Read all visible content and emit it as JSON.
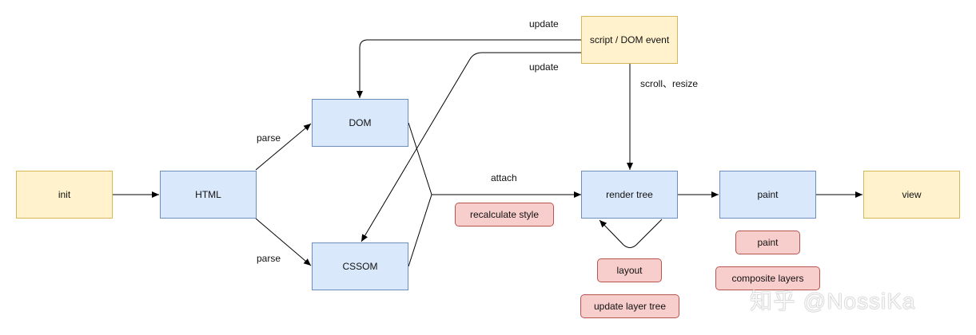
{
  "nodes": {
    "init": "init",
    "html": "HTML",
    "dom": "DOM",
    "cssom": "CSSOM",
    "script_event": "script / DOM event",
    "render_tree": "render tree",
    "paint": "paint",
    "view": "view"
  },
  "edge_labels": {
    "parse_dom": "parse",
    "parse_cssom": "parse",
    "update_dom": "update",
    "update_cssom": "update",
    "scroll_resize": "scroll、resize",
    "attach": "attach"
  },
  "tags": {
    "recalculate_style": "recalculate style",
    "layout": "layout",
    "update_layer_tree": "update layer tree",
    "paint": "paint",
    "composite_layers": "composite layers"
  },
  "watermark": "知乎 @NossiKa",
  "colors": {
    "yellow_fill": "#fff2cc",
    "yellow_stroke": "#d6b656",
    "blue_fill": "#dae8fc",
    "blue_stroke": "#6c8ebf",
    "red_fill": "#f8cecc",
    "red_stroke": "#b85450"
  }
}
